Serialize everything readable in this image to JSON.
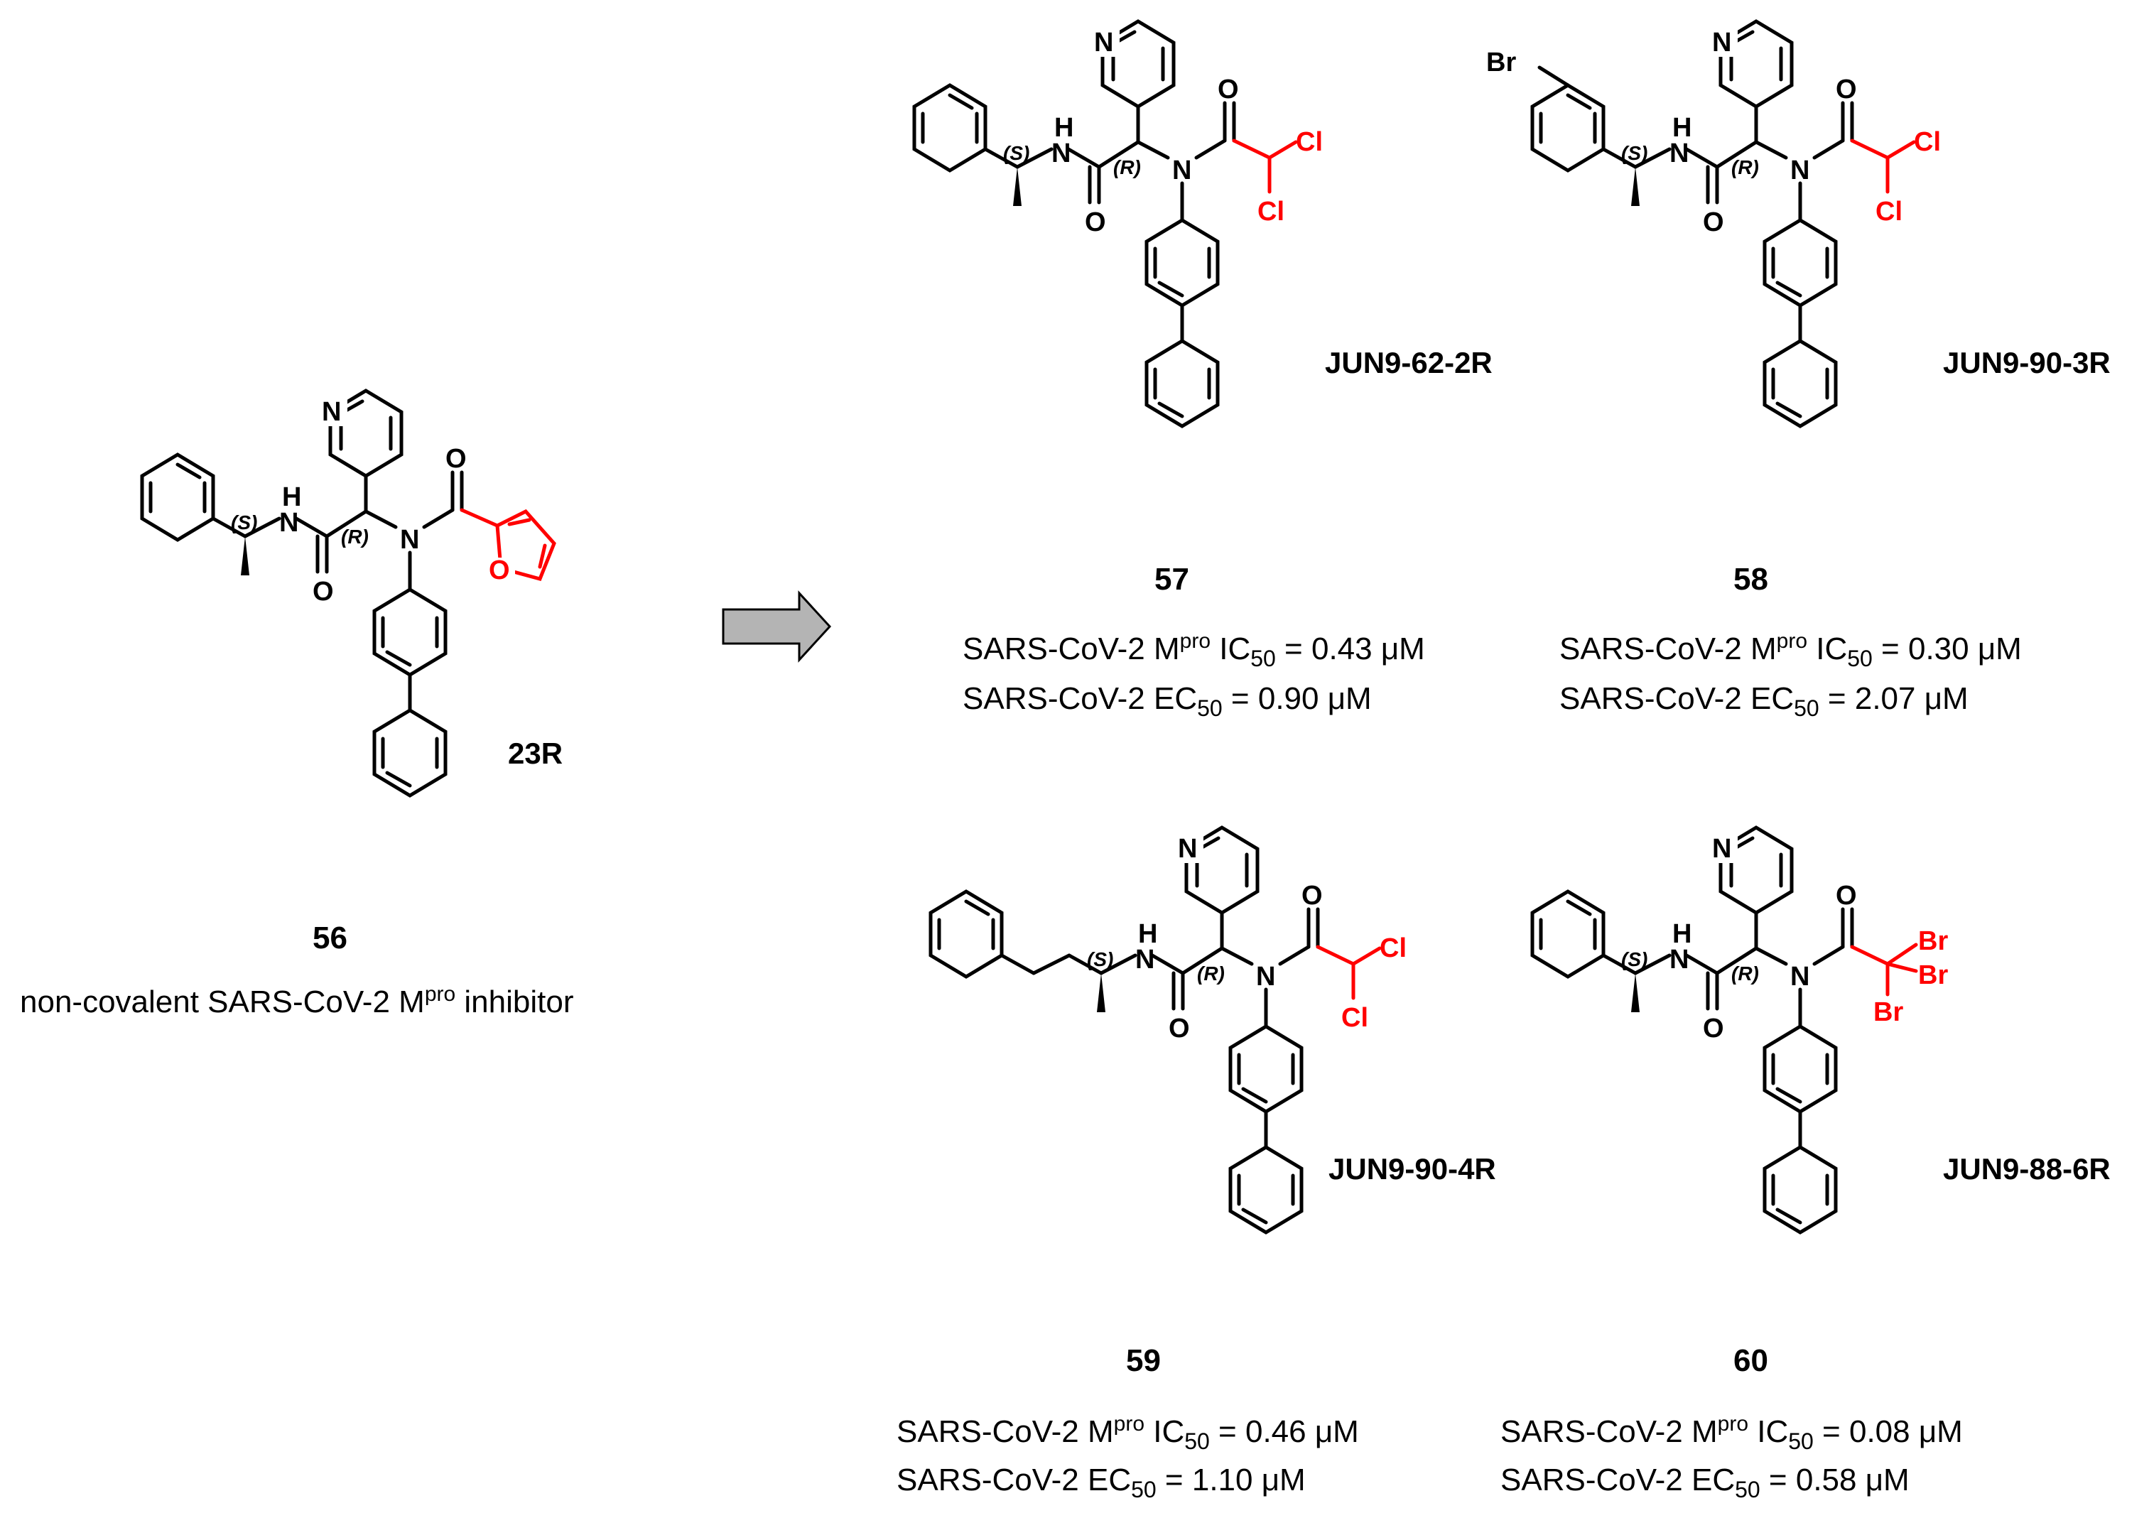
{
  "compounds": [
    {
      "id": "56",
      "number": "56",
      "code": "23R",
      "description_prefix": "non-covalent SARS-CoV-2 M",
      "description_sup": "pro",
      "description_suffix": " inhibitor",
      "warhead": "furan"
    },
    {
      "id": "57",
      "number": "57",
      "code": "JUN9-62-2R",
      "warhead": "dichloroacetyl",
      "ic50": {
        "prefix": "SARS-CoV-2 M",
        "sup": "pro",
        "mid": " IC",
        "sub": "50",
        "value": " = 0.43 μM"
      },
      "ec50": {
        "prefix": "SARS-CoV-2 EC",
        "sub": "50",
        "value": " = 0.90 μM"
      }
    },
    {
      "id": "58",
      "number": "58",
      "code": "JUN9-90-3R",
      "warhead": "dichloroacetyl",
      "ic50": {
        "prefix": "SARS-CoV-2 M",
        "sup": "pro",
        "mid": " IC",
        "sub": "50",
        "value": " = 0.30 μM"
      },
      "ec50": {
        "prefix": "SARS-CoV-2 EC",
        "sub": "50",
        "value": " = 2.07 μM"
      }
    },
    {
      "id": "59",
      "number": "59",
      "code": "JUN9-90-4R",
      "warhead": "dichloroacetyl",
      "ic50": {
        "prefix": "SARS-CoV-2 M",
        "sup": "pro",
        "mid": " IC",
        "sub": "50",
        "value": " = 0.46 μM"
      },
      "ec50": {
        "prefix": "SARS-CoV-2 EC",
        "sub": "50",
        "value": " = 1.10 μM"
      }
    },
    {
      "id": "60",
      "number": "60",
      "code": "JUN9-88-6R",
      "warhead": "tribromoacetyl",
      "ic50": {
        "prefix": "SARS-CoV-2 M",
        "sup": "pro",
        "mid": " IC",
        "sub": "50",
        "value": " = 0.08 μM"
      },
      "ec50": {
        "prefix": "SARS-CoV-2 EC",
        "sub": "50",
        "value": " = 0.58 μM"
      }
    }
  ],
  "atoms": {
    "N": "N",
    "H": "H",
    "O": "O",
    "Cl": "Cl",
    "Br": "Br",
    "S": "(S)",
    "R": "(R)"
  },
  "colors": {
    "warhead": "#ff0000",
    "arrow_fill": "#b4b4b4",
    "arrow_stroke": "#000000"
  }
}
